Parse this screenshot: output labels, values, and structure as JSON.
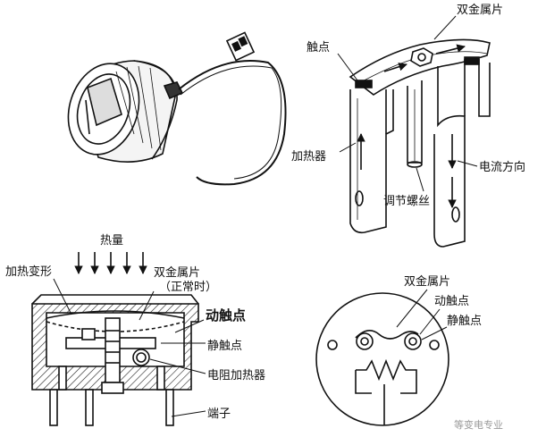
{
  "top_right": {
    "bimetal": "双金属片",
    "contact": "触点",
    "heater": "加热器",
    "adjust_screw": "调节螺丝",
    "current_dir": "电流方向"
  },
  "bottom_left": {
    "heat": "热量",
    "heat_deform": "加热变形",
    "bimetal": "双金属片",
    "normal": "（正常时）",
    "moving_contact": "动触点",
    "static_contact": "静触点",
    "resistor_heater": "电阻加热器",
    "terminal": "端子"
  },
  "bottom_right": {
    "bimetal": "双金属片",
    "moving_contact": "动触点",
    "static_contact": "静触点"
  },
  "watermark": "等变电专业"
}
